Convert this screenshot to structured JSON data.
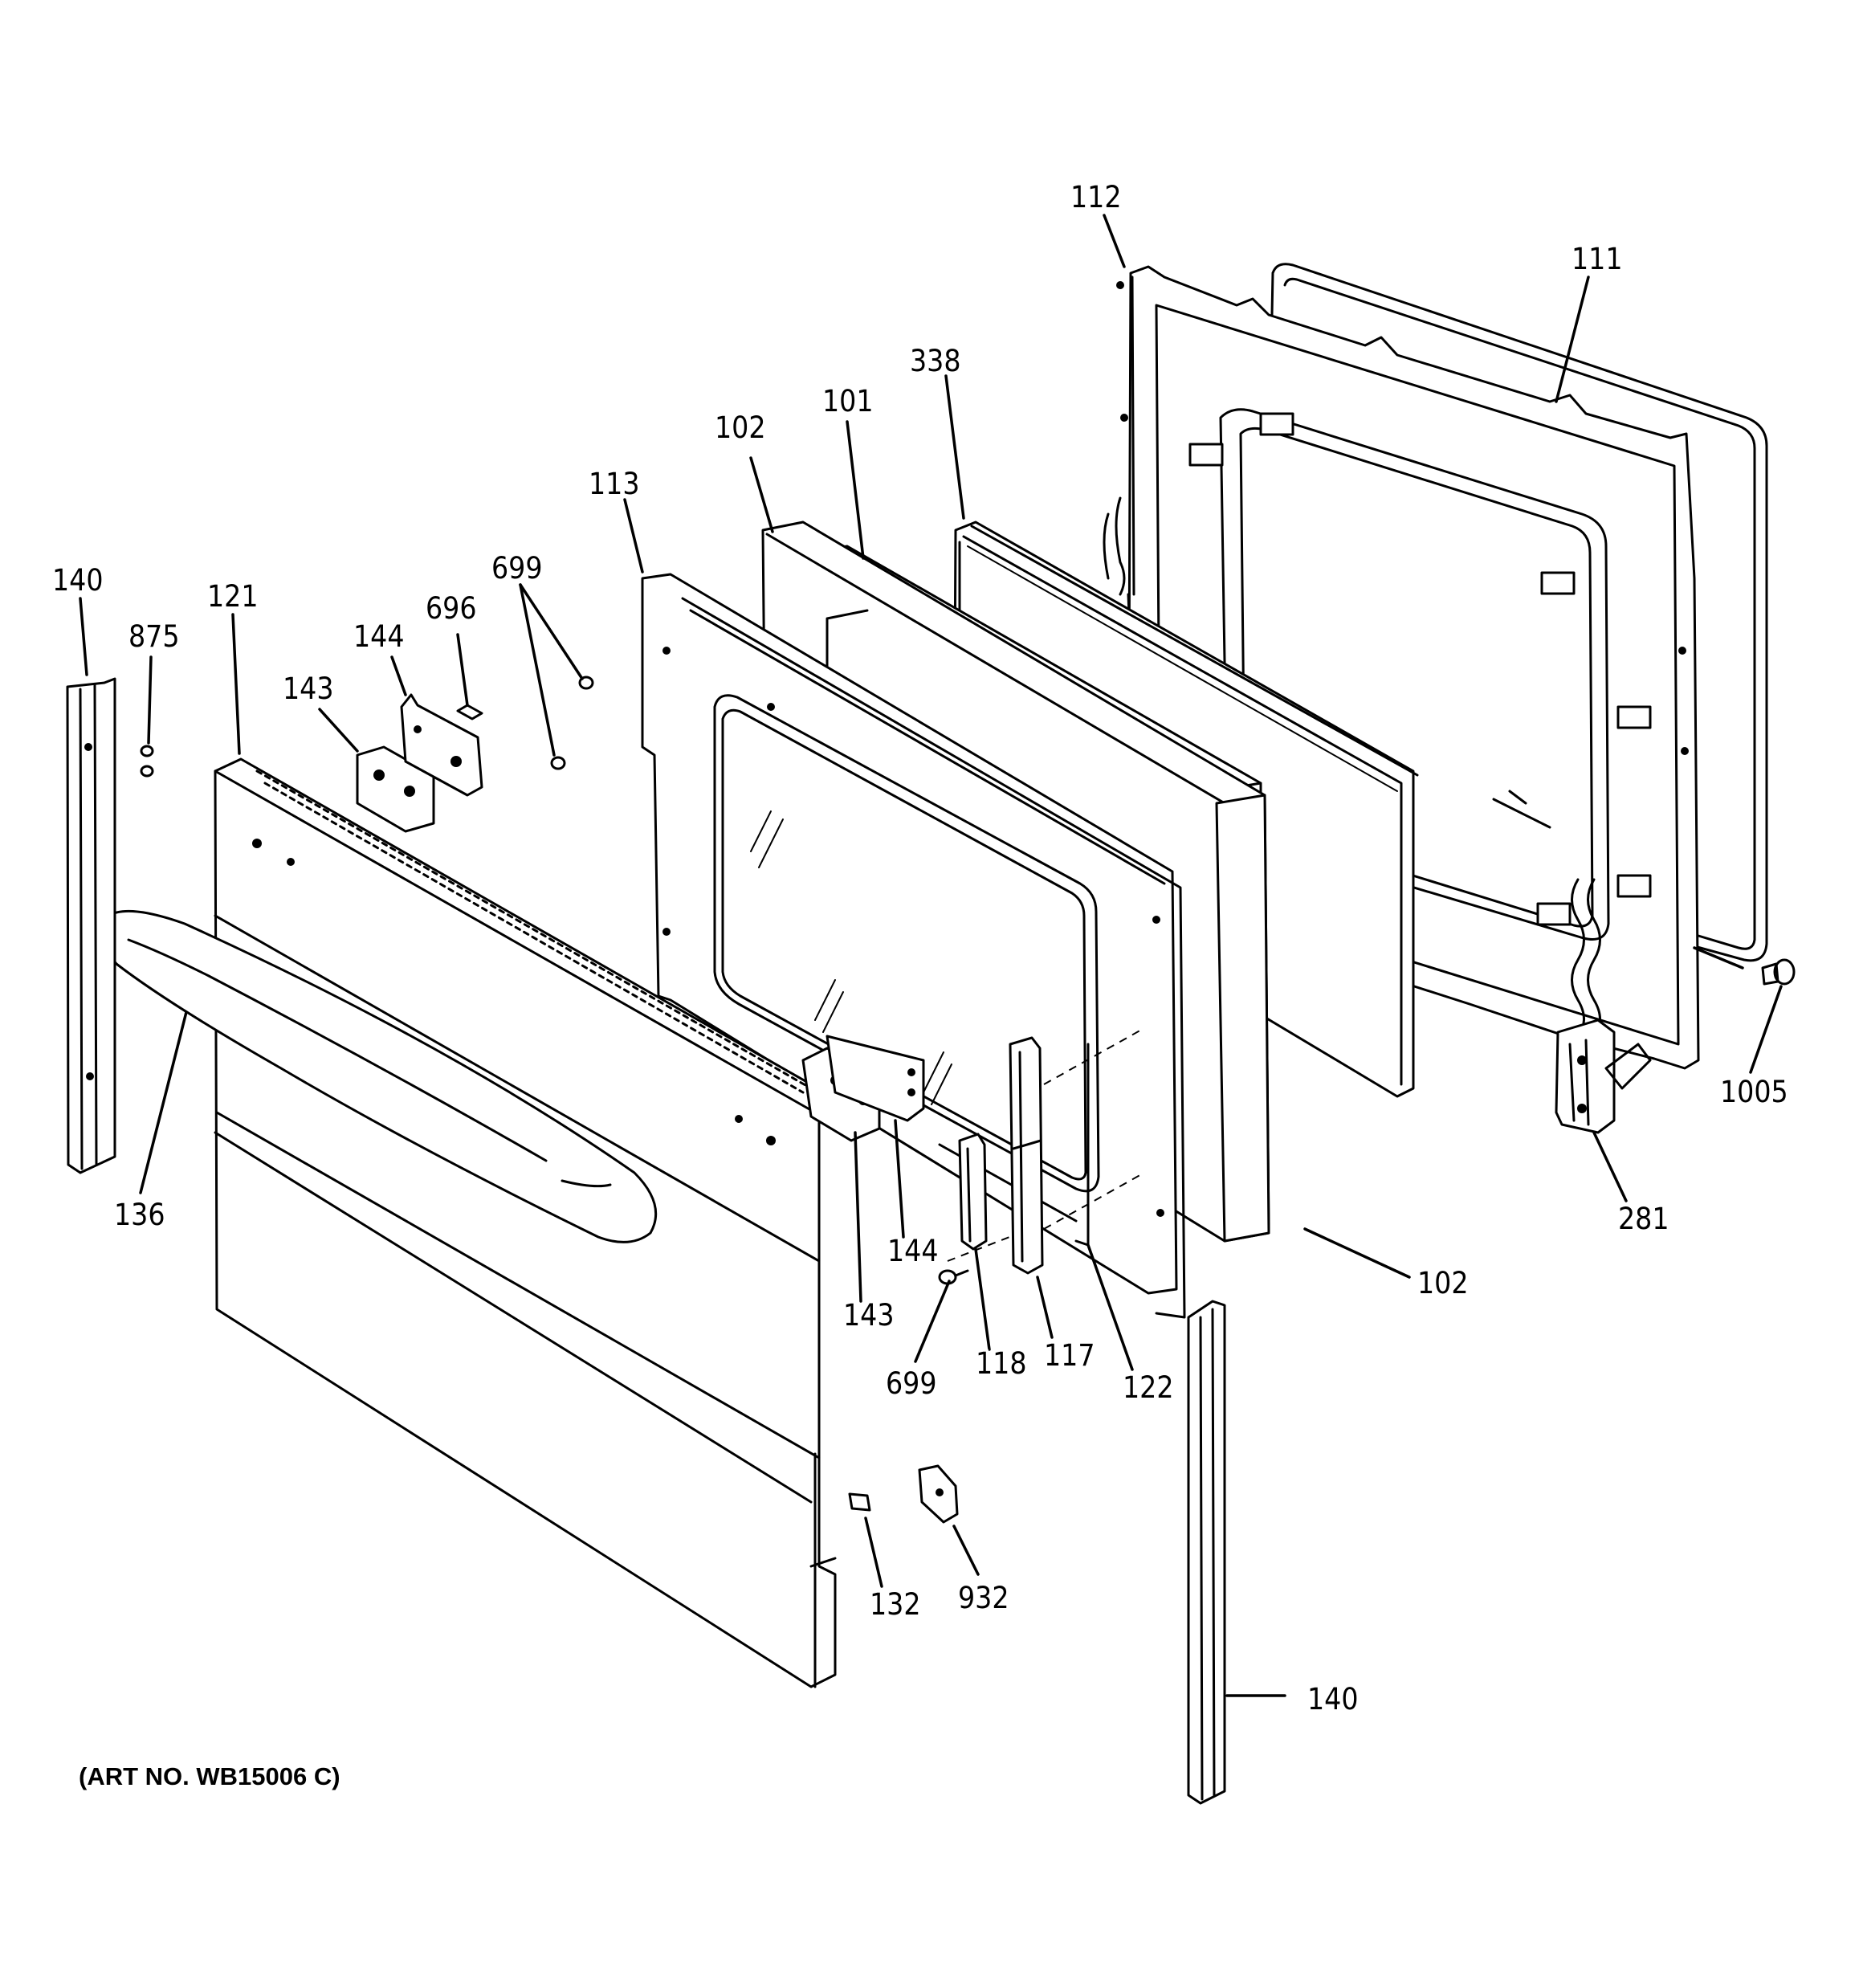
{
  "art_number": "(ART NO. WB15006 C)",
  "callouts": [
    {
      "id": "c112",
      "text": "112"
    },
    {
      "id": "c111",
      "text": "111"
    },
    {
      "id": "c338",
      "text": "338"
    },
    {
      "id": "c101",
      "text": "101"
    },
    {
      "id": "c102a",
      "text": "102"
    },
    {
      "id": "c113",
      "text": "113"
    },
    {
      "id": "c699a",
      "text": "699"
    },
    {
      "id": "c696",
      "text": "696"
    },
    {
      "id": "c144a",
      "text": "144"
    },
    {
      "id": "c143a",
      "text": "143"
    },
    {
      "id": "c140a",
      "text": "140"
    },
    {
      "id": "c875",
      "text": "875"
    },
    {
      "id": "c121",
      "text": "121"
    },
    {
      "id": "c136",
      "text": "136"
    },
    {
      "id": "c143b",
      "text": "143"
    },
    {
      "id": "c144b",
      "text": "144"
    },
    {
      "id": "c699b",
      "text": "699"
    },
    {
      "id": "c118",
      "text": "118"
    },
    {
      "id": "c117",
      "text": "117"
    },
    {
      "id": "c122",
      "text": "122"
    },
    {
      "id": "c102b",
      "text": "102"
    },
    {
      "id": "c1005",
      "text": "1005"
    },
    {
      "id": "c281",
      "text": "281"
    },
    {
      "id": "c132",
      "text": "132"
    },
    {
      "id": "c932",
      "text": "932"
    },
    {
      "id": "c140b",
      "text": "140"
    }
  ]
}
